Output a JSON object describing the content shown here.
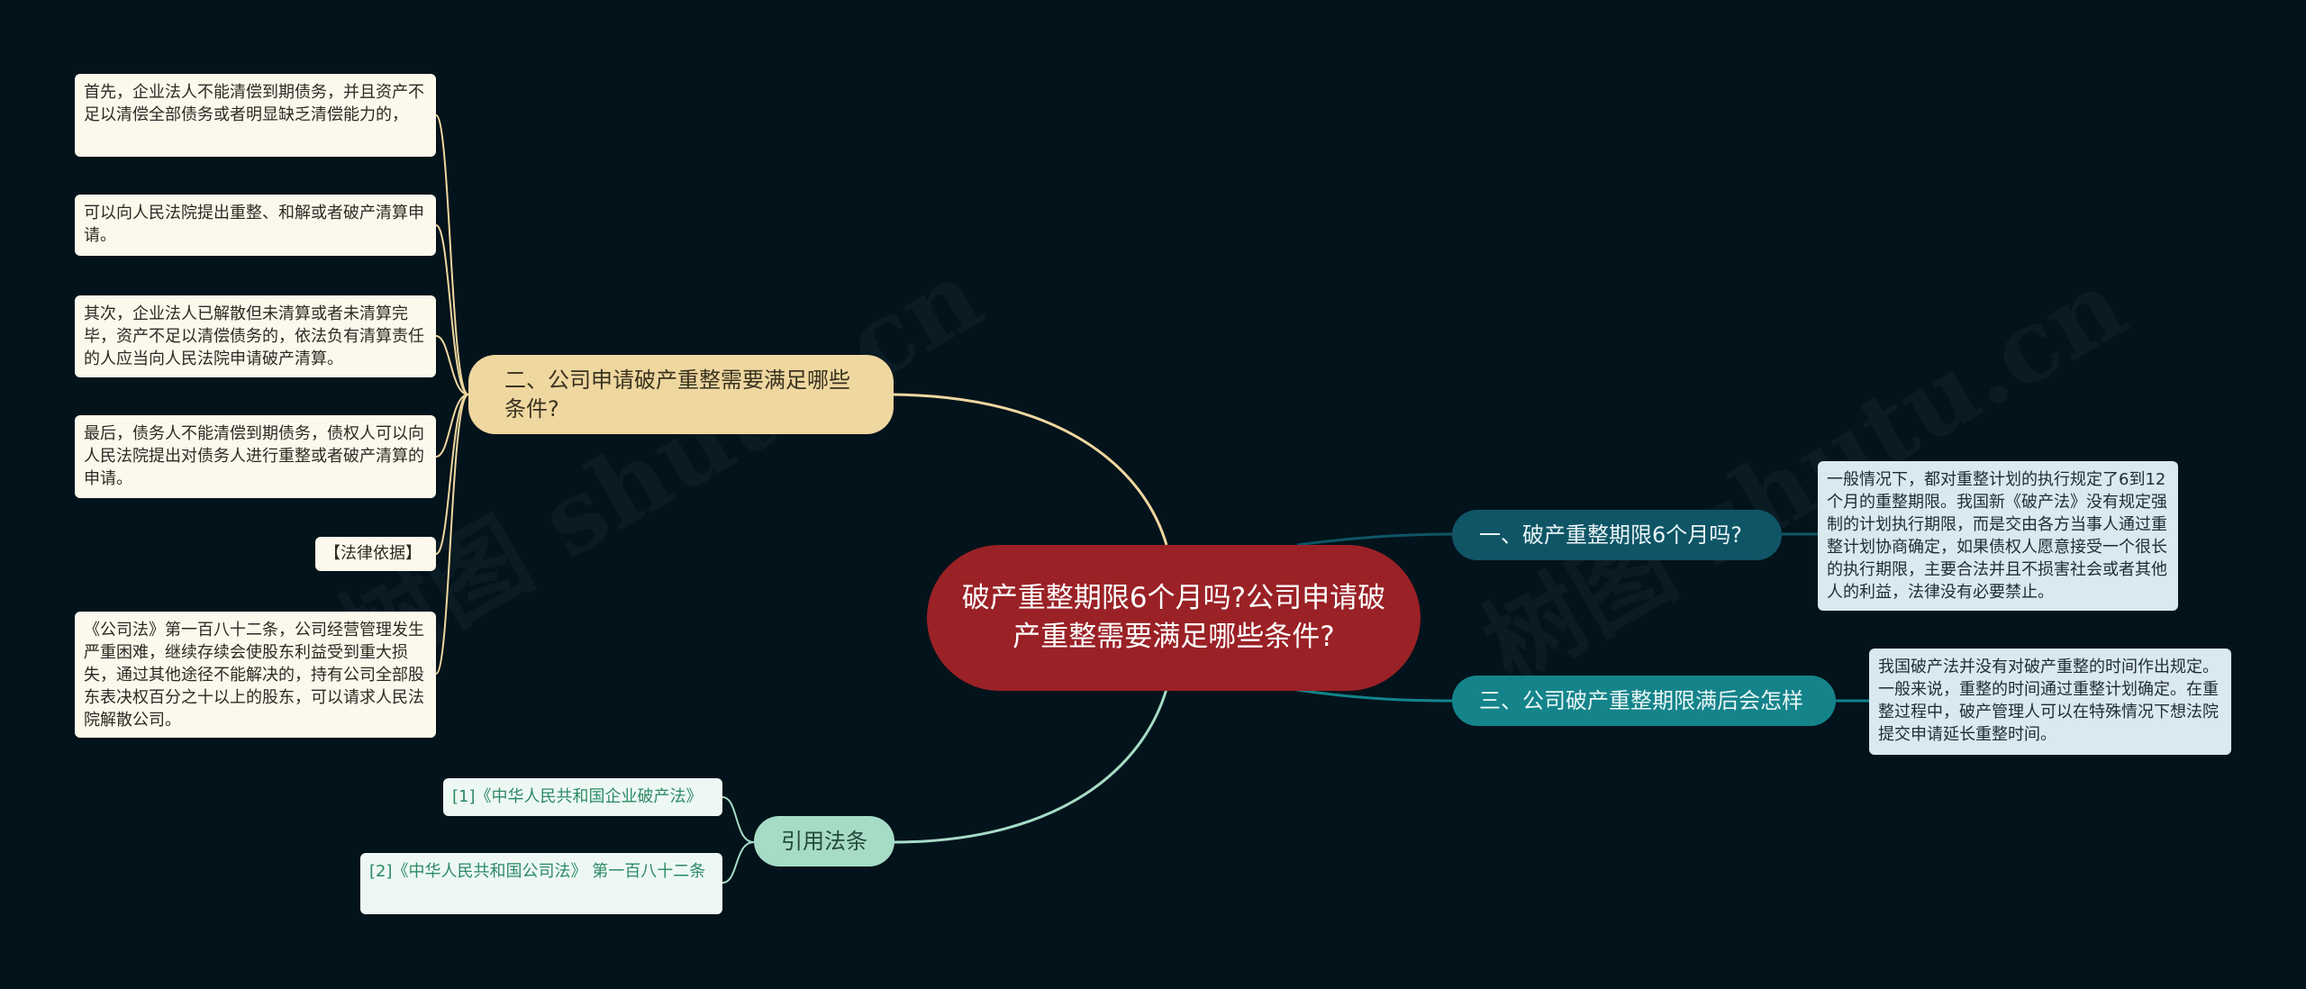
{
  "root": {
    "label": "破产重整期限6个月吗?公司申请破产重整需要满足哪些条件?"
  },
  "branches": {
    "b1": {
      "label": "一、破产重整期限6个月吗?",
      "detail": "一般情况下，都对重整计划的执行规定了6到12个月的重整期限。我国新《破产法》没有规定强制的计划执行期限，而是交由各方当事人通过重整计划协商确定，如果债权人愿意接受一个很长的执行期限，主要合法并且不损害社会或者其他人的利益，法律没有必要禁止。"
    },
    "b2": {
      "label": "二、公司申请破产重整需要满足哪些条件?",
      "leaves": [
        "首先，企业法人不能清偿到期债务，并且资产不足以清偿全部债务或者明显缺乏清偿能力的，",
        "可以向人民法院提出重整、和解或者破产清算申请。",
        "其次，企业法人已解散但未清算或者未清算完毕，资产不足以清偿债务的，依法负有清算责任的人应当向人民法院申请破产清算。",
        "最后，债务人不能清偿到期债务，债权人可以向人民法院提出对债务人进行重整或者破产清算的申请。",
        "【法律依据】",
        "《公司法》第一百八十二条，公司经营管理发生严重困难，继续存续会使股东利益受到重大损失，通过其他途径不能解决的，持有公司全部股东表决权百分之十以上的股东，可以请求人民法院解散公司。"
      ]
    },
    "b3": {
      "label": "三、公司破产重整期限满后会怎样",
      "detail": "我国破产法并没有对破产重整的时间作出规定。一般来说，重整的时间通过重整计划确定。在重整过程中，破产管理人可以在特殊情况下想法院提交申请延长重整时间。"
    },
    "b4": {
      "label": "引用法条",
      "leaves": [
        "[1]《中华人民共和国企业破产法》",
        "[2]《中华人民共和国公司法》 第一百八十二条"
      ]
    }
  },
  "colors": {
    "background": "#03131b",
    "root": "#9a2126",
    "branch_tan": "#efd7a0",
    "branch_teal_dark": "#0f5566",
    "branch_teal": "#14838a",
    "branch_mint": "#a6dcc6"
  },
  "watermarks": [
    "树图 shutu.cn",
    "树图 shutu.cn"
  ]
}
